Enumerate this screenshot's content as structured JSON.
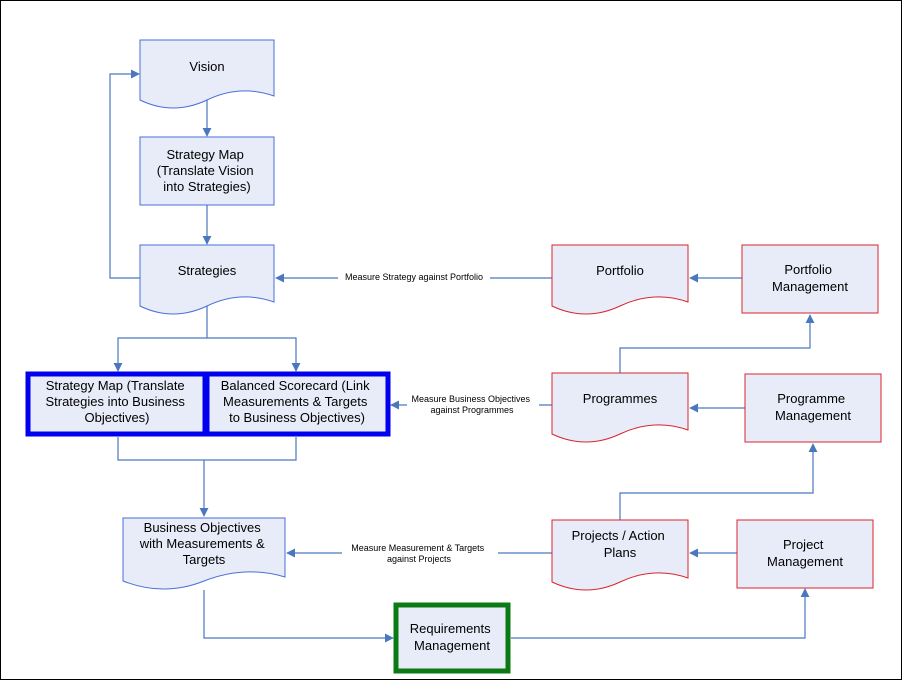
{
  "colors": {
    "node_fill": "#E8ECF8",
    "blue_border": "#4A6FD8",
    "red_border": "#D8262E",
    "focus_blue": "#0000EE",
    "focus_green": "#0C7A14",
    "connector": "#4A78BE"
  },
  "nodes": {
    "vision": [
      "Vision"
    ],
    "strategy_map_vision": [
      "Strategy Map",
      "(Translate Vision",
      "into Strategies)"
    ],
    "strategies": [
      "Strategies"
    ],
    "strategy_map_objectives": [
      "Strategy Map (Translate",
      "Strategies into Business",
      "Objectives)"
    ],
    "balanced_scorecard": [
      "Balanced Scorecard (Link",
      "Measurements & Targets",
      "to Business Objectives)"
    ],
    "business_objectives": [
      "Business Objectives",
      "with Measurements &",
      "Targets"
    ],
    "requirements_management": [
      "Requirements",
      "Management"
    ],
    "portfolio": [
      "Portfolio"
    ],
    "portfolio_management": [
      "Portfolio",
      "Management"
    ],
    "programmes": [
      "Programmes"
    ],
    "programme_management": [
      "Programme",
      "Management"
    ],
    "projects_action_plans": [
      "Projects / Action",
      "Plans"
    ],
    "project_management": [
      "Project",
      "Management"
    ]
  },
  "edge_labels": {
    "strategy_vs_portfolio": [
      "Measure Strategy against Portfolio"
    ],
    "objectives_vs_programmes": [
      "Measure Business Objectives",
      "against Programmes"
    ],
    "measurement_vs_projects": [
      "Measure Measurement & Targets",
      "against Projects"
    ]
  }
}
